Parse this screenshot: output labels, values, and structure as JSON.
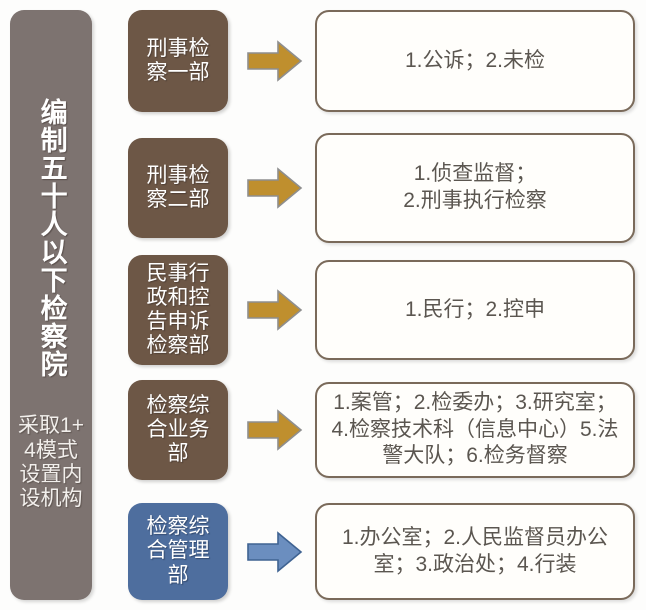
{
  "diagram": {
    "background_color": "#fdfdfc",
    "sidebar": {
      "vertical_title": "编制五十人以下检察院",
      "subtitle": "采取1+4模式设置内设机构",
      "color": "#7d7370"
    },
    "arrow_colors": {
      "gold_fill": "#bf8f2e",
      "gold_border": "#8e8e8e",
      "blue_fill": "#6b8ebf",
      "blue_border": "#3f6392"
    },
    "box_colors": {
      "brown": "#6d5746",
      "blue": "#4e6e9e",
      "content_border": "#7a6a5a",
      "content_fill": "#fffefb",
      "content_text": "#5b5650"
    },
    "rows": [
      {
        "dept": "刑事检察一部",
        "dept_color": "brown",
        "arrow": "gold",
        "content": "1.公诉；2.未检"
      },
      {
        "dept": "刑事检察二部",
        "dept_color": "brown",
        "arrow": "gold",
        "content": "1.侦查监督；\n2.刑事执行检察"
      },
      {
        "dept": "民事行政和控告申诉检察部",
        "dept_color": "brown",
        "arrow": "gold",
        "content": "1.民行；2.控申"
      },
      {
        "dept": "检察综合业务部",
        "dept_color": "brown",
        "arrow": "gold",
        "content": "1.案管；2.检委办；3.研究室；4.检察技术科（信息中心）5.法警大队；6.检务督察"
      },
      {
        "dept": "检察综合管理部",
        "dept_color": "blue",
        "arrow": "blue",
        "content": "1.办公室；2.人民监督员办公室；3.政治处；4.行装"
      }
    ]
  }
}
